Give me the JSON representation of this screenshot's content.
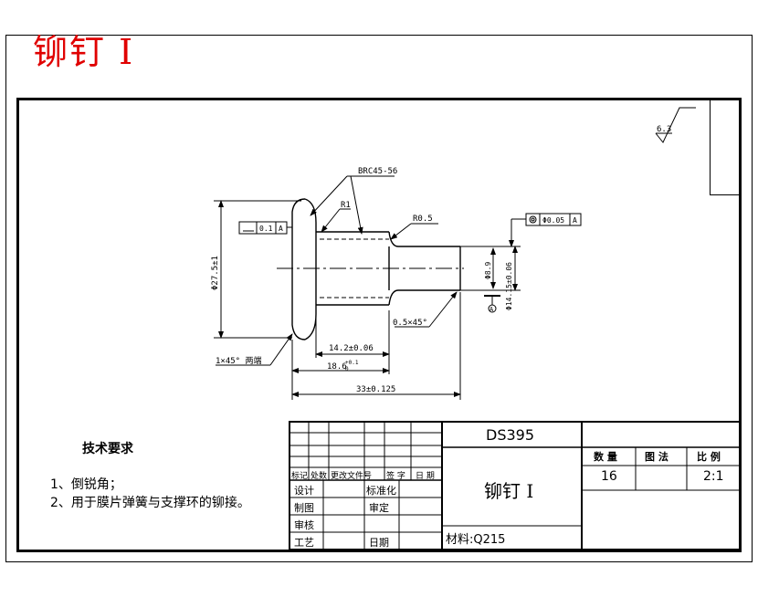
{
  "page_title": "铆钉 I",
  "drawing": {
    "thread_label": "BRC45-56",
    "radius_r1": "R1",
    "radius_r05": "R0.5",
    "roughness": "6.3",
    "flatness_value": "0.1",
    "flatness_datum": "A",
    "concentricity_value": "Φ0.05",
    "concentricity_datum": "A",
    "datum_label": "A",
    "dim_diameter_head": "Φ27.5±1",
    "dim_diameter_shank": "Φ14.15±0.06",
    "dim_diameter_bore": "Φ8.9",
    "dim_length_14": "14.2±0.06",
    "dim_length_18_base": "18.6",
    "dim_length_18_tol": "+0.1",
    "dim_length_18_tol2": "0",
    "dim_length_33": "33±0.125",
    "chamfer_right": "0.5×45°",
    "chamfer_left": "1×45° 两端"
  },
  "requirements": {
    "heading": "技术要求",
    "item1": "1、倒锐角；",
    "item2": "2、用于膜片弹簧与支撑环的铆接。"
  },
  "title_block": {
    "drawing_no": "DS395",
    "part_name": "铆钉 I",
    "material": "材料:Q215",
    "qty_label": "数 量",
    "drawing_method_label": "图 法",
    "scale_label": "比 例",
    "qty_value": "16",
    "drawing_method_value": "",
    "scale_value": "2:1",
    "rev_headers": [
      "标记",
      "处数",
      "更改文件号",
      "签 字",
      "日 期"
    ],
    "design": "设计",
    "standardize": "标准化",
    "draft": "制图",
    "review": "审定",
    "check": "审核",
    "process": "工艺",
    "date": "日期"
  },
  "colors": {
    "title_red": "#e00000",
    "line": "#000000"
  }
}
